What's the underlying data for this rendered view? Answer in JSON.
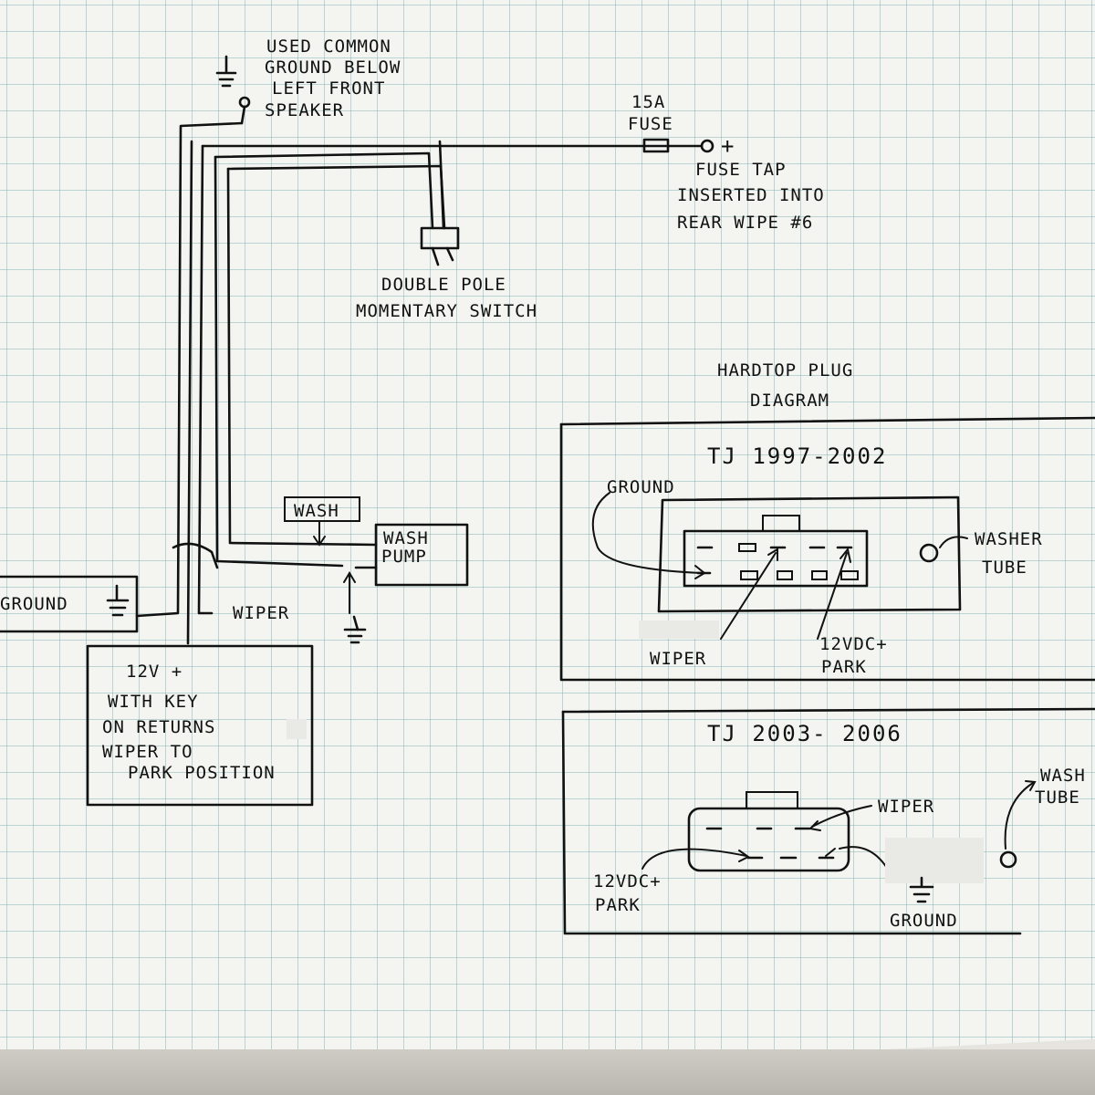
{
  "notes": {
    "ground_note": [
      "USED COMMON",
      "GROUND BELOW",
      "LEFT FRONT",
      "SPEAKER"
    ],
    "fuse": [
      "15A",
      "FUSE"
    ],
    "fuse_tap_plus": "+",
    "fuse_tap": [
      "FUSE TAP",
      "INSERTED INTO",
      "REAR WIPE #6"
    ],
    "switch": [
      "DOUBLE POLE",
      "MOMENTARY SWITCH"
    ],
    "wash_label": "WASH",
    "wash_pump": [
      "WASH",
      "PUMP"
    ],
    "ground_left": "GROUND",
    "wiper_left": "WIPER",
    "box_12v": [
      "12V +",
      "WITH KEY",
      "ON RETURNS",
      "WIPER TO",
      "PARK POSITION"
    ]
  },
  "plug_diagram": {
    "title": [
      "HARDTOP PLUG",
      "DIAGRAM"
    ],
    "tj_1997": {
      "title": "TJ 1997-2002",
      "ground": "GROUND",
      "washer_tube": [
        "WASHER",
        "TUBE"
      ],
      "wiper": "WIPER",
      "park": [
        "12VDC+",
        "PARK"
      ]
    },
    "tj_2003": {
      "title": "TJ 2003- 2006",
      "wiper": "WIPER",
      "wash_tube": [
        "WASH",
        "TUBE"
      ],
      "park": [
        "12VDC+",
        "PARK"
      ],
      "ground": "GROUND"
    }
  }
}
